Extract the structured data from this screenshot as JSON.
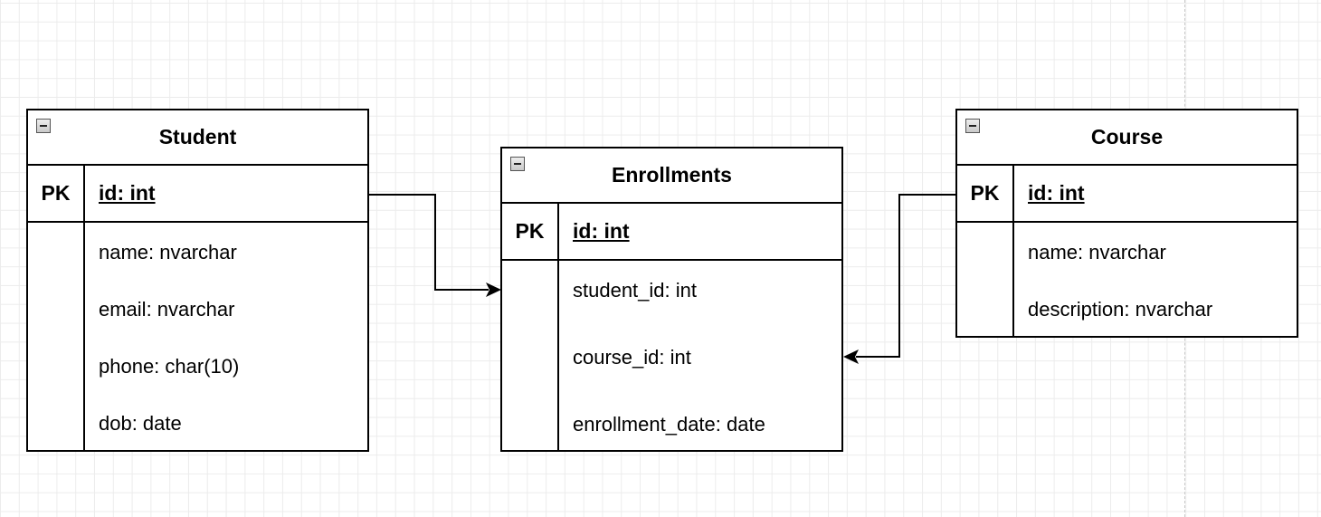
{
  "tables": [
    {
      "title": "Student",
      "pk_label": "PK",
      "pk_field": "id: int",
      "attributes": [
        "name: nvarchar",
        "email: nvarchar",
        "phone: char(10)",
        "dob: date"
      ]
    },
    {
      "title": "Enrollments",
      "pk_label": "PK",
      "pk_field": "id: int",
      "attributes": [
        "student_id: int",
        "course_id: int",
        "enrollment_date: date"
      ]
    },
    {
      "title": "Course",
      "pk_label": "PK",
      "pk_field": "id: int",
      "attributes": [
        "name: nvarchar",
        "description: nvarchar"
      ]
    }
  ],
  "relationships": [
    {
      "from": "Student.id",
      "to": "Enrollments.student_id"
    },
    {
      "from": "Course.id",
      "to": "Enrollments.course_id"
    }
  ],
  "icons": {
    "collapse": "minus-square-icon"
  },
  "colors": {
    "line": "#000000",
    "grid": "#ececec",
    "background": "#ffffff"
  }
}
